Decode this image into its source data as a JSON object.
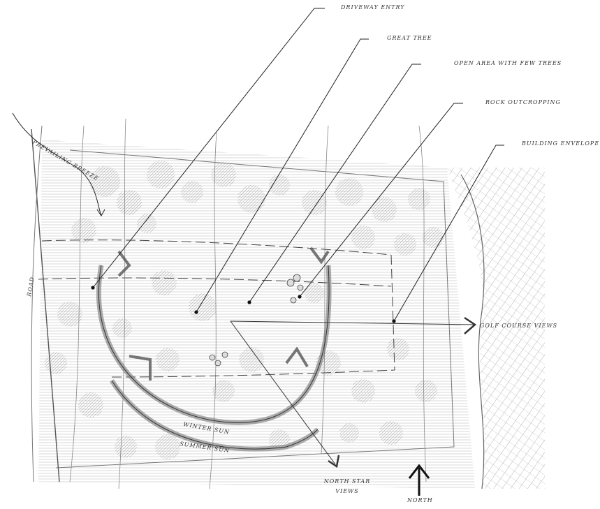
{
  "labels": {
    "driveway_entry": "DRIVEWAY ENTRY",
    "great_tree": "GREAT TREE",
    "open_area": "OPEN AREA WITH FEW TREES",
    "rock_outcropping": "ROCK OUTCROPPING",
    "building_envelope": "BUILDING ENVELOPE",
    "golf_course_views": "GOLF COURSE VIEWS",
    "north_star_views_1": "NORTH STAR",
    "north_star_views_2": "VIEWS",
    "north": "NORTH",
    "road": "ROAD",
    "prevailing_breeze": "PREVAILING BREEZE",
    "winter_sun": "WINTER SUN",
    "summer_sun": "SUMMER SUN"
  },
  "colors": {
    "ink": "#333333",
    "pencil": "#777777",
    "shade": "#9a9a9a",
    "paper": "#ffffff"
  }
}
